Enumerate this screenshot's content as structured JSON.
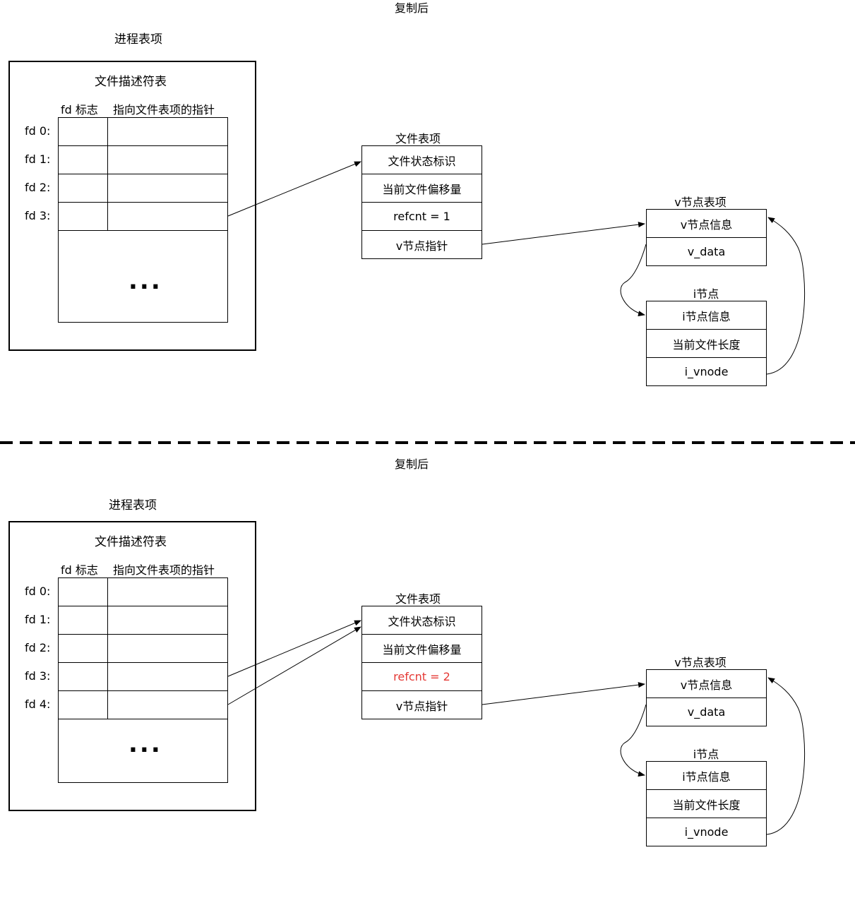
{
  "diagrams": [
    {
      "caption": "复制后",
      "process_entry": {
        "title": "进程表项",
        "fd_table_title": "文件描述符表",
        "col_flag": "fd 标志",
        "col_ptr": "指向文件表项的指针",
        "rows": [
          "fd 0:",
          "fd 1:",
          "fd 2:",
          "fd 3:"
        ],
        "ellipsis": "..."
      },
      "file_entry": {
        "title": "文件表项",
        "fields": [
          "文件状态标识",
          "当前文件偏移量",
          "refcnt = 1",
          "v节点指针"
        ],
        "highlight_index": -1
      },
      "vnode_entry": {
        "title": "v节点表项",
        "fields": [
          "v节点信息",
          "v_data"
        ]
      },
      "inode": {
        "title": "i节点",
        "fields": [
          "i节点信息",
          "当前文件长度",
          "i_vnode"
        ]
      }
    },
    {
      "caption": "复制后",
      "process_entry": {
        "title": "进程表项",
        "fd_table_title": "文件描述符表",
        "col_flag": "fd 标志",
        "col_ptr": "指向文件表项的指针",
        "rows": [
          "fd 0:",
          "fd 1:",
          "fd 2:",
          "fd 3:",
          "fd 4:"
        ],
        "ellipsis": "..."
      },
      "file_entry": {
        "title": "文件表项",
        "fields": [
          "文件状态标识",
          "当前文件偏移量",
          "refcnt = 2",
          "v节点指针"
        ],
        "highlight_index": 2
      },
      "vnode_entry": {
        "title": "v节点表项",
        "fields": [
          "v节点信息",
          "v_data"
        ]
      },
      "inode": {
        "title": "i节点",
        "fields": [
          "i节点信息",
          "当前文件长度",
          "i_vnode"
        ]
      }
    }
  ],
  "colors": {
    "highlight": "#e53935",
    "line": "#000000"
  }
}
